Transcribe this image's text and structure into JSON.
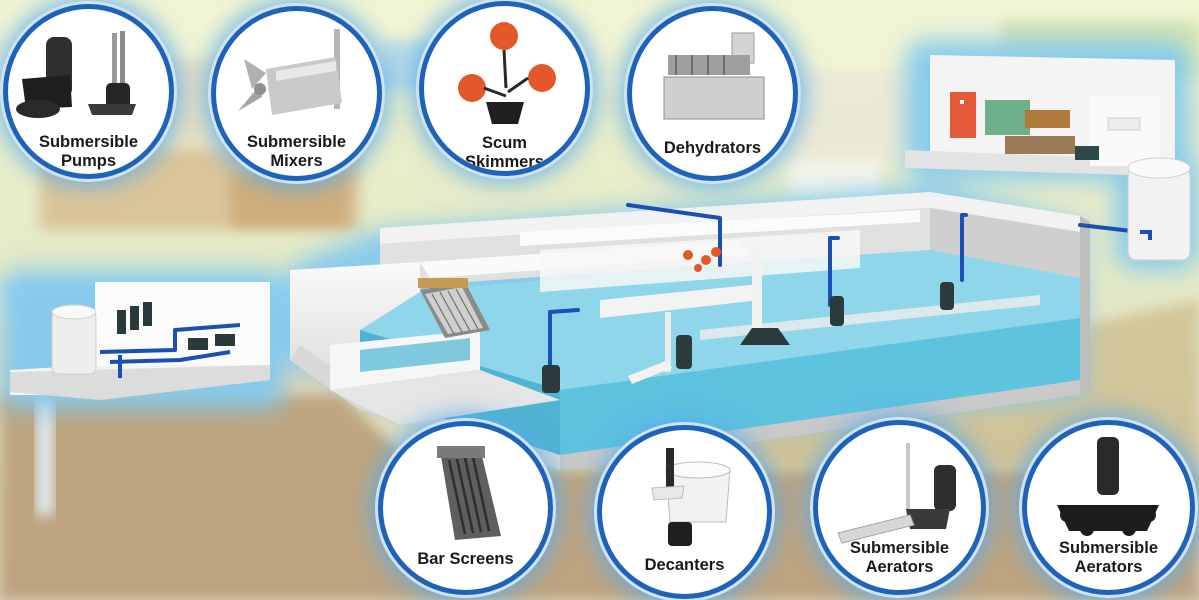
{
  "equipment": [
    {
      "id": "submersible-pumps",
      "lines": [
        "Submersible",
        "Pumps"
      ]
    },
    {
      "id": "submersible-mixers",
      "lines": [
        "Submersible",
        "Mixers"
      ]
    },
    {
      "id": "scum-skimmers",
      "lines": [
        "Scum",
        "Skimmers"
      ]
    },
    {
      "id": "dehydrators",
      "lines": [
        "Dehydrators"
      ]
    },
    {
      "id": "bar-screens",
      "lines": [
        "Bar Screens"
      ]
    },
    {
      "id": "decanters",
      "lines": [
        "Decanters"
      ]
    },
    {
      "id": "submersible-aerators-1",
      "lines": [
        "Submersible",
        "Aerators"
      ]
    },
    {
      "id": "submersible-aerators-2",
      "lines": [
        "Submersible",
        "Aerators"
      ]
    }
  ],
  "colors": {
    "pipe": "#1b4fb3",
    "water": "#5ec3df",
    "water_light": "#a8e2ef",
    "glow": "#7fc8f0",
    "bubble_border": "#1f63b8",
    "skimmer_float": "#e2582b"
  }
}
